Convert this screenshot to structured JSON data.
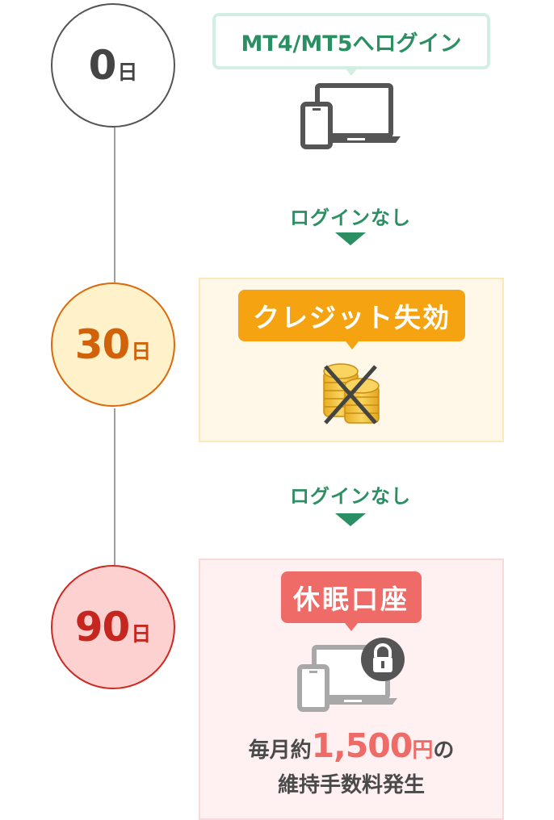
{
  "steps": [
    {
      "day": "0",
      "unit": "日",
      "label": "MT4/MT5へログイン",
      "icon": "devices-icon"
    },
    {
      "day": "30",
      "unit": "日",
      "label": "クレジット失効",
      "icon": "coins-crossed-icon"
    },
    {
      "day": "90",
      "unit": "日",
      "label": "休眠口座",
      "icon": "devices-locked-icon"
    }
  ],
  "transitions": [
    "ログインなし",
    "ログインなし"
  ],
  "fee": {
    "prefix": "毎月約",
    "amount": "1,500",
    "unit": "円",
    "suffix": "の",
    "line2": "維持手数料発生"
  },
  "colors": {
    "green": "#2b8f63",
    "orange": "#f6a312",
    "red": "#ee6b67"
  }
}
